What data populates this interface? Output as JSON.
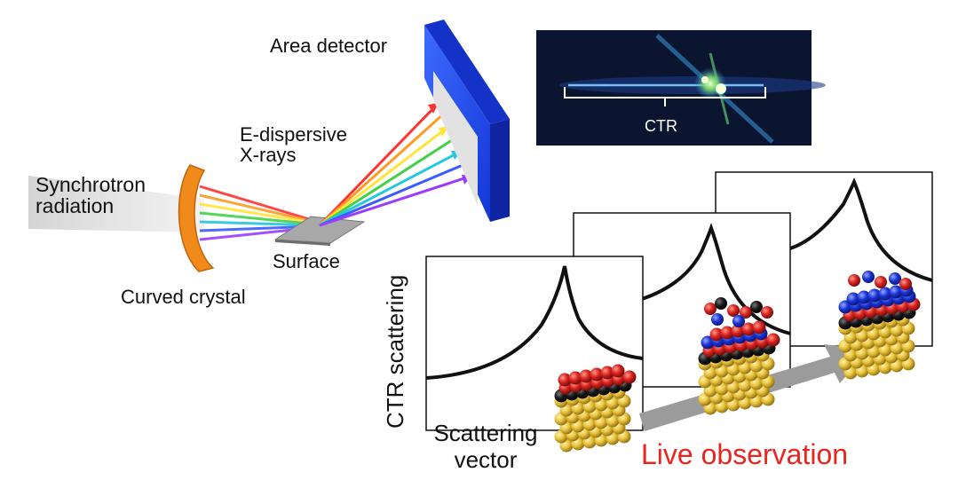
{
  "labels": {
    "area_detector": "Area detector",
    "e_dispersive": "E-dispersive\nX-rays",
    "synchrotron": "Synchrotron\nradiation",
    "surface": "Surface",
    "curved_crystal": "Curved crystal",
    "ctr": "CTR",
    "y_axis": "CTR scattering",
    "x_axis": "Scattering\nvector",
    "live_observation": "Live observation"
  },
  "colors": {
    "detector_blue": "#1f4ff0",
    "crystal_orange": "#f08a1a",
    "live_red": "#e8251e",
    "gold_atom": "#e8c23a",
    "black_atom": "#1a1a1a",
    "red_atom": "#d8221f",
    "blue_atom": "#1a33d6",
    "arrow_gray": "#9b9b9b"
  }
}
